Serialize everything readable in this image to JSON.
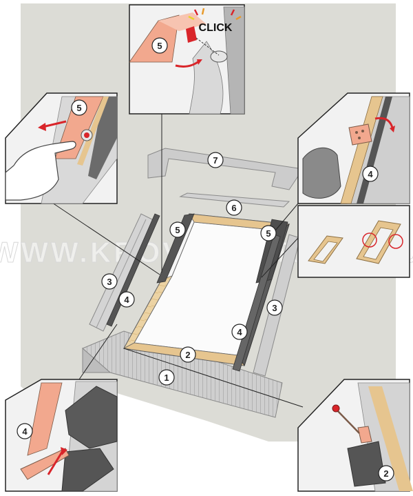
{
  "click_label": "CLICK",
  "watermark": "WWW.KROVLEMARKET.RU",
  "labels": {
    "part1": "1",
    "part2": "2",
    "part3": "3",
    "part4": "4",
    "part5": "5",
    "part6": "6",
    "part7": "7"
  },
  "colors": {
    "background_panel": "#dcdcd6",
    "flashing": "#c9c9c9",
    "wood_frame": "#e6c58f",
    "copper_clip": "#f2a88e",
    "dark_profile": "#555555",
    "highlight_red": "#d9252a",
    "callout_line": "#222222"
  },
  "icons": [
    "hand-icon",
    "red-arrow-icon",
    "screw-icon",
    "click-spark-icon",
    "wood-frame-icon"
  ]
}
